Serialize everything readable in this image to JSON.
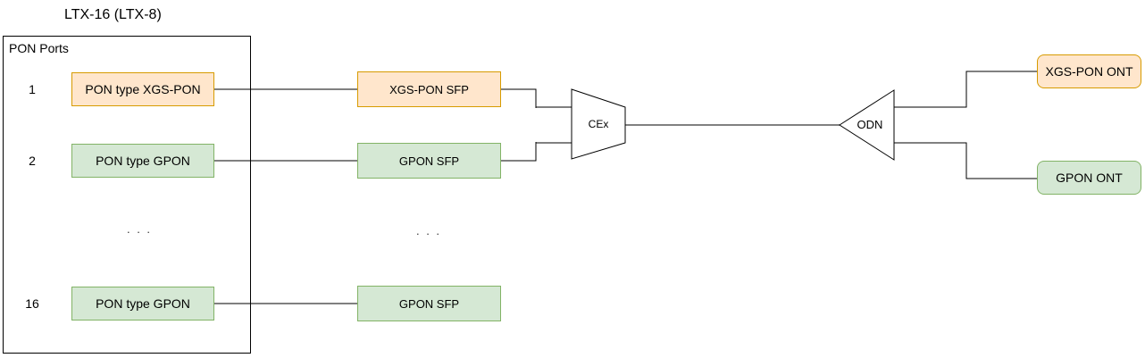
{
  "title": "LTX-16 (LTX-8)",
  "pon_ports_panel": {
    "label": "PON Ports",
    "rows": [
      {
        "number": "1",
        "label": "PON type XGS-PON",
        "type": "xgspon"
      },
      {
        "number": "2",
        "label": "PON type GPON",
        "type": "gpon"
      },
      {
        "number": "16",
        "label": "PON type GPON",
        "type": "gpon"
      }
    ],
    "ellipsis": ". . ."
  },
  "sfp_modules": {
    "rows": [
      {
        "label": "XGS-PON SFP",
        "type": "xgspon"
      },
      {
        "label": "GPON SFP",
        "type": "gpon"
      },
      {
        "label": "GPON SFP",
        "type": "gpon"
      }
    ],
    "ellipsis": ". . ."
  },
  "combiner": {
    "label": "CEx"
  },
  "odn": {
    "label": "ODN"
  },
  "onts": [
    {
      "label": "XGS-PON ONT",
      "type": "xgspon"
    },
    {
      "label": "GPON ONT",
      "type": "gpon"
    }
  ],
  "colors": {
    "xgspon_fill": "#ffe6cc",
    "xgspon_border": "#d79b00",
    "gpon_fill": "#d5e8d4",
    "gpon_border": "#82b366",
    "connector_gray": "#808080",
    "connector_black": "#000000"
  }
}
